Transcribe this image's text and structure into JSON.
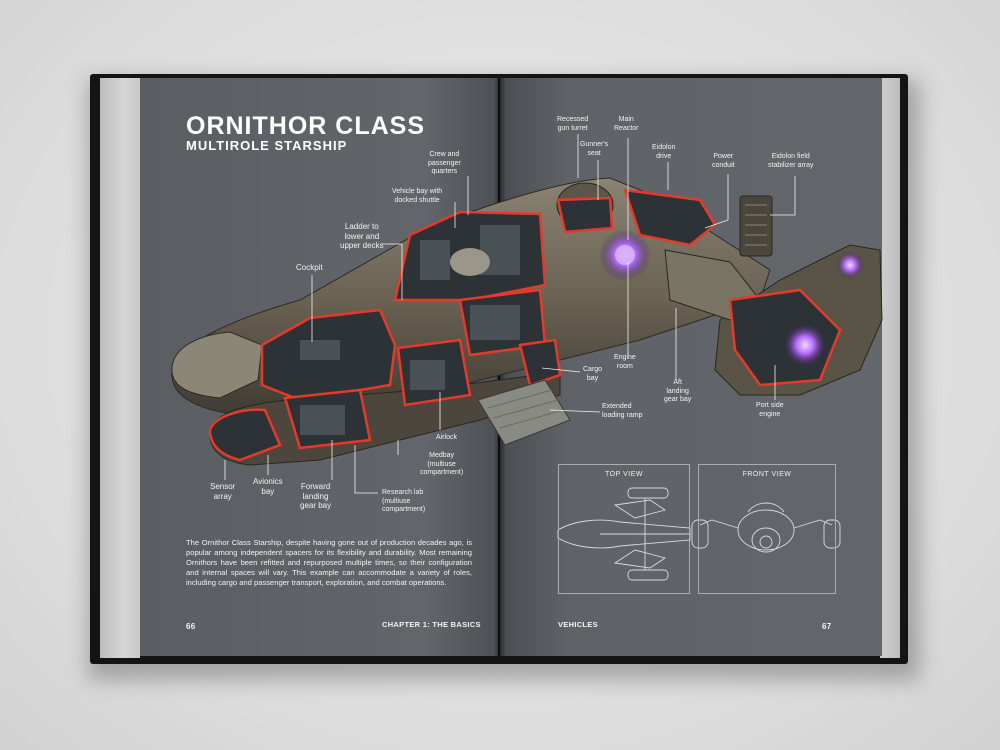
{
  "spread": {
    "title": "ORNITHOR CLASS",
    "subtitle": "MULTIROLE STARSHIP",
    "body": "The Ornithor Class Starship, despite having gone out of production decades ago, is popular among independent spacers for its flexibility and durability. Most remaining Ornithors have been refitted and repurposed multiple times, so their configuration and internal spaces will vary. This example can accommodate a variety of roles, including cargo and passenger transport, exploration, and combat operations.",
    "left_page_number": "66",
    "left_running_head": "CHAPTER 1: THE BASICS",
    "right_running_head": "VEHICLES",
    "right_page_number": "67"
  },
  "callouts": {
    "crew_quarters": "Crew and\npassenger\nquarters",
    "vehicle_bay": "Vehicle bay with\ndocked shuttle",
    "ladder": "Ladder to\nlower and\nupper decks",
    "cockpit": "Cockpit",
    "recessed_turret": "Recessed\ngun turret",
    "main_reactor": "Main\nReactor",
    "gunners_seat": "Gunner's\nseat",
    "eidolon_drive": "Eidolon\ndrive",
    "power_conduit": "Power\nconduit",
    "eidolon_field": "Eidolon field\nstabilizer array",
    "engine_room": "Engine\nroom",
    "cargo_bay": "Cargo\nbay",
    "aft_landing": "Aft\nlanding\ngear bay",
    "port_engine": "Port side\nengine",
    "loading_ramp": "Extended\nloading ramp",
    "airlock": "Airlock",
    "medbay": "Medbay\n(multiuse\ncompartment)",
    "sensor_array": "Sensor\narray",
    "avionics_bay": "Avionics\nbay",
    "forward_landing": "Forward\nlanding\ngear bay",
    "research_lab": "Research lab\n(multiuse\ncompartment)"
  },
  "views": {
    "top_view": "TOP VIEW",
    "front_view": "FRONT VIEW"
  },
  "colors": {
    "page": "#5f6367",
    "hull": "#6e6656",
    "cutaway": "#e53a2a",
    "reactor_glow": "#b56cff"
  }
}
